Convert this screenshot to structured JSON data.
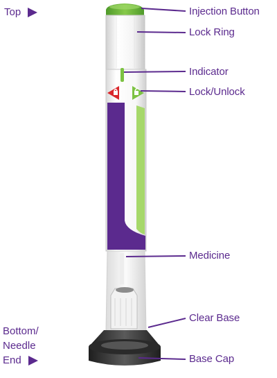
{
  "side_labels": {
    "top": "Top",
    "bottom_line1": "Bottom/",
    "bottom_line2": "Needle",
    "bottom_line3": "End"
  },
  "callouts": [
    {
      "id": "injection-button",
      "text": "Injection Button"
    },
    {
      "id": "lock-ring",
      "text": "Lock Ring"
    },
    {
      "id": "indicator",
      "text": "Indicator"
    },
    {
      "id": "lock-unlock",
      "text": "Lock/Unlock"
    },
    {
      "id": "medicine",
      "text": "Medicine"
    },
    {
      "id": "clear-base",
      "text": "Clear Base"
    },
    {
      "id": "base-cap",
      "text": "Base Cap"
    }
  ],
  "colors": {
    "purple": "#5b2a8e",
    "green": "#7cc242",
    "light_green": "#a6d86a",
    "red": "#d9262b",
    "base_cap": "#3a3a3a"
  }
}
